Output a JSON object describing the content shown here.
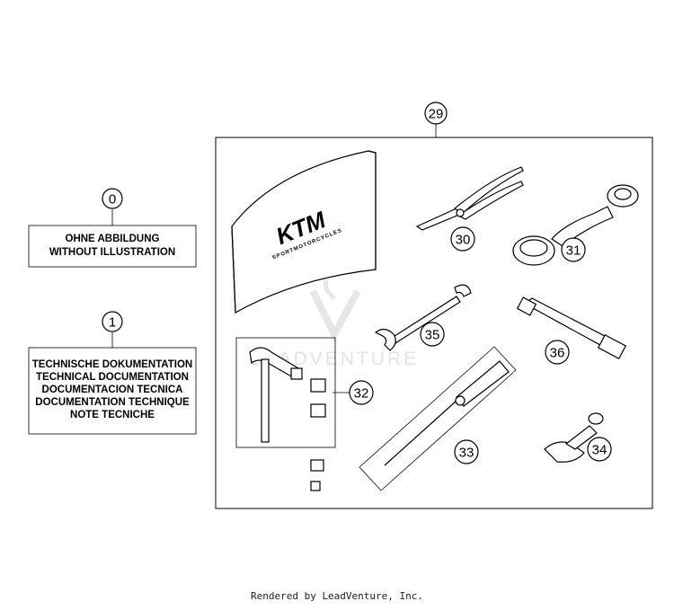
{
  "callouts": {
    "c0": "0",
    "c1": "1",
    "c29": "29",
    "c30": "30",
    "c31": "31",
    "c32": "32",
    "c33": "33",
    "c34": "34",
    "c35": "35",
    "c36": "36"
  },
  "labels": {
    "without_illustration": [
      "OHNE ABBILDUNG",
      "WITHOUT ILLUSTRATION"
    ],
    "technical_documentation": [
      "TECHNISCHE DOKUMENTATION",
      "TECHNICAL DOCUMENTATION",
      "DOCUMENTACION TECNICA",
      "DOCUMENTATION TECHNIQUE",
      "NOTE TECNICHE"
    ]
  },
  "logo": {
    "brand": "KTM",
    "tagline": "SPORTMOTORCYCLES"
  },
  "watermark": "LEADVENTURE",
  "footer": "Rendered by LeadVenture, Inc."
}
